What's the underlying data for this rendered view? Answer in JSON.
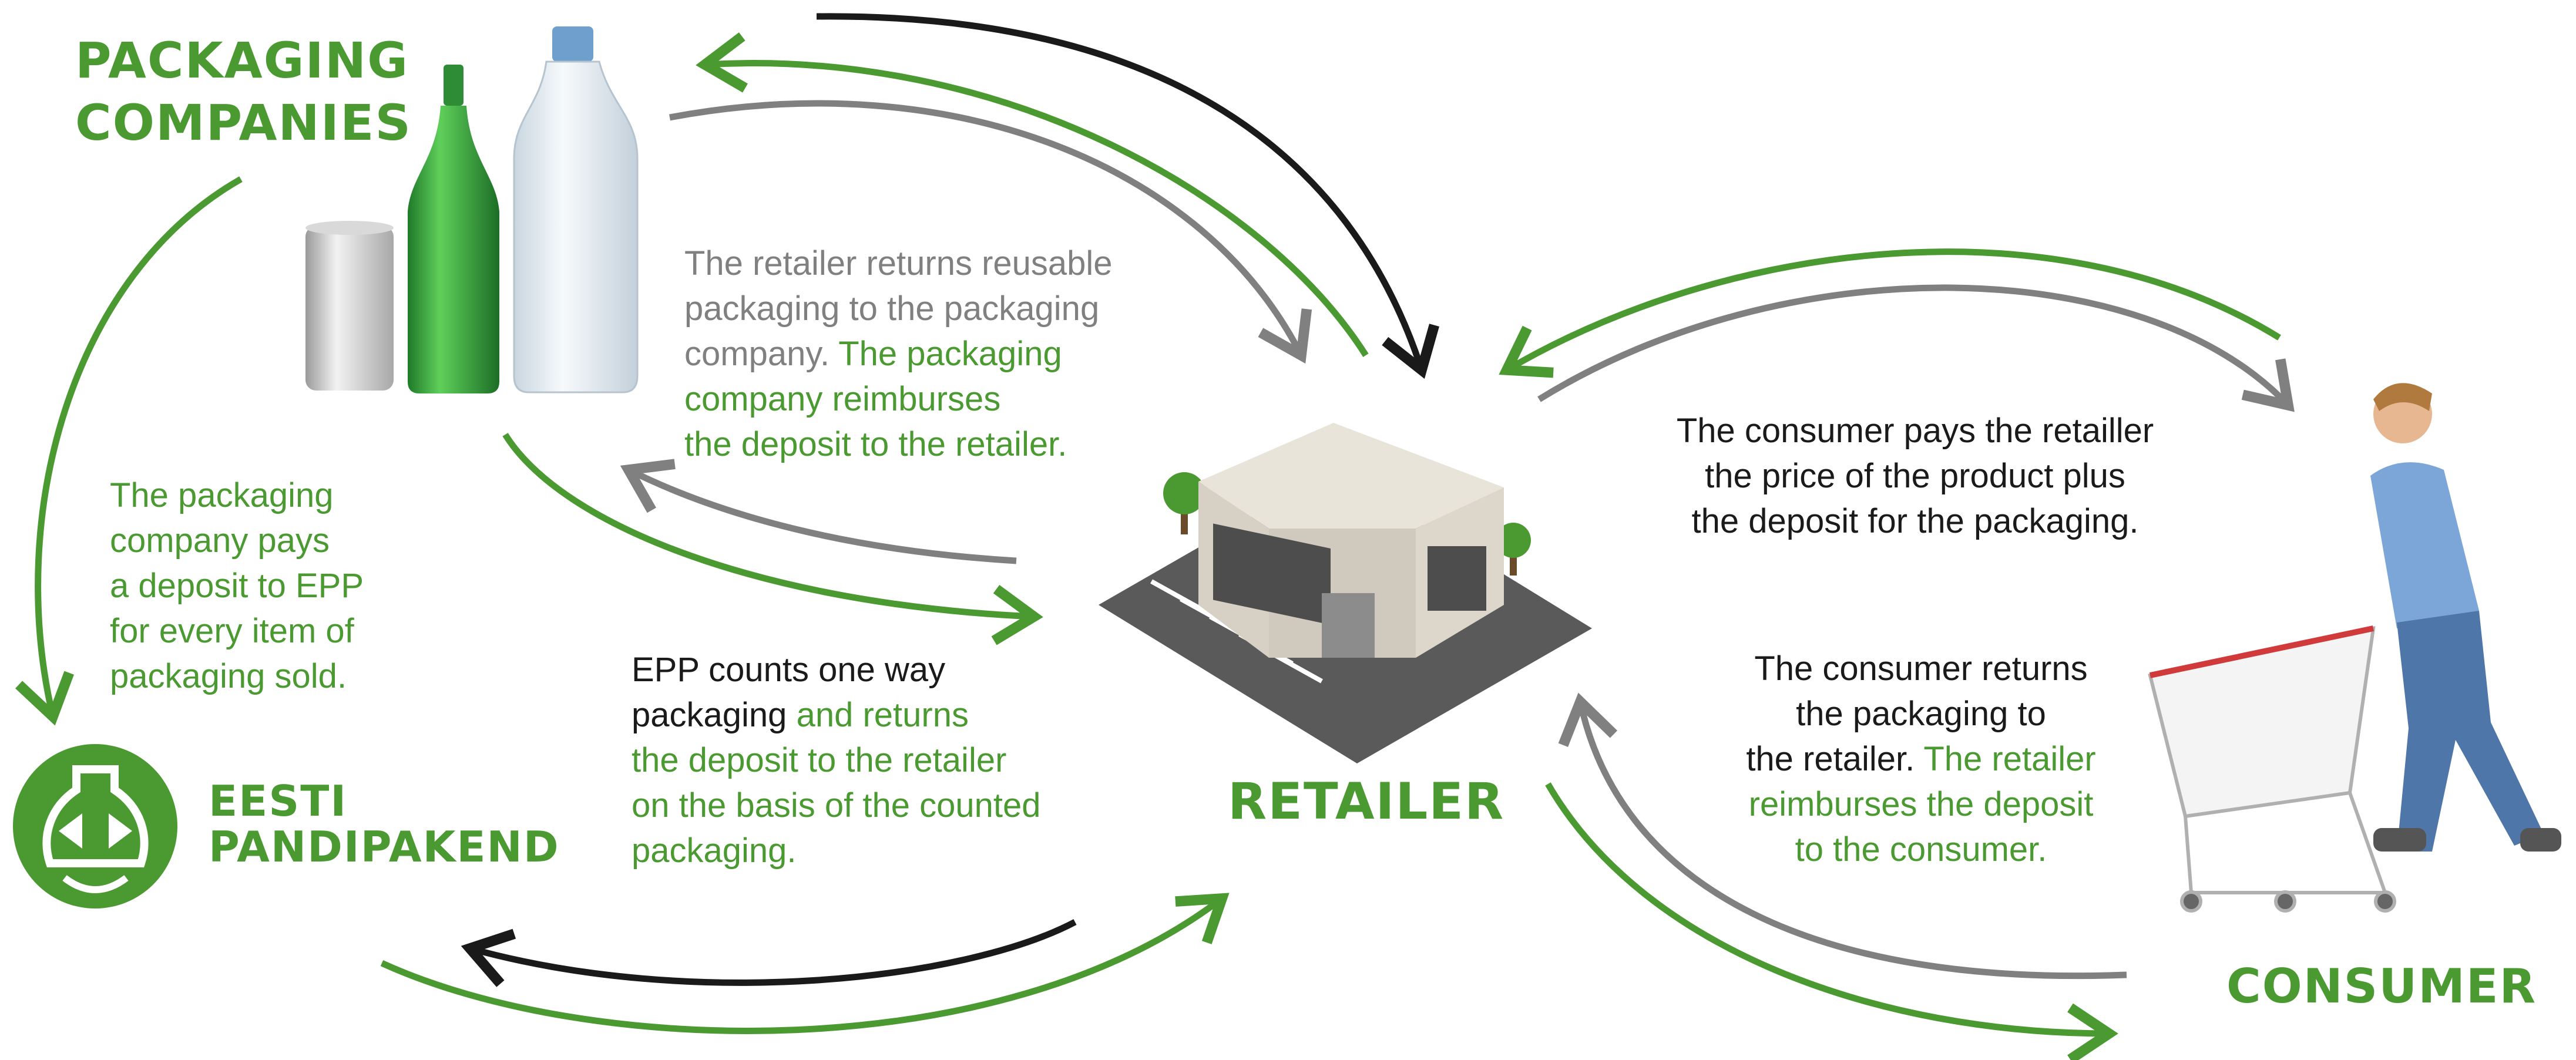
{
  "nodes": {
    "packaging_companies": {
      "line1": "PACKAGING",
      "line2": "COMPANIES"
    },
    "epp": {
      "line1": "EESTI",
      "line2": "PANDIPAKEND"
    },
    "retailer": {
      "label": "RETAILER"
    },
    "consumer": {
      "label": "CONSUMER"
    }
  },
  "texts": {
    "retailer_returns": {
      "line1": "The retailer returns reusable",
      "line2": "packaging to the packaging",
      "line3_gray": "company.",
      "line3_green": "The packaging",
      "line4": "company reimburses",
      "line5": "the deposit to the retailer."
    },
    "company_pays": {
      "line1": "The packaging",
      "line2": "company pays",
      "line3": "a deposit to EPP",
      "line4": "for every item of",
      "line5": "packaging sold."
    },
    "epp_counts": {
      "line1": "EPP counts one way",
      "line2_black": "packaging",
      "line2_green": "and returns",
      "line3": "the deposit to the retailer",
      "line4": "on the basis of the counted",
      "line5": "packaging."
    },
    "consumer_pays": {
      "line1": "The consumer pays the retailler",
      "line2": "the price of the product plus",
      "line3": "the deposit for the packaging."
    },
    "consumer_returns": {
      "line1": "The consumer returns",
      "line2": "the packaging to",
      "line3_black": "the retailer.",
      "line3_green": "The retailer",
      "line4": "reimburses the deposit",
      "line5": "to the consumer."
    }
  },
  "colors": {
    "green": "#4a9a31",
    "gray": "#808080",
    "black": "#1a1a1a"
  }
}
